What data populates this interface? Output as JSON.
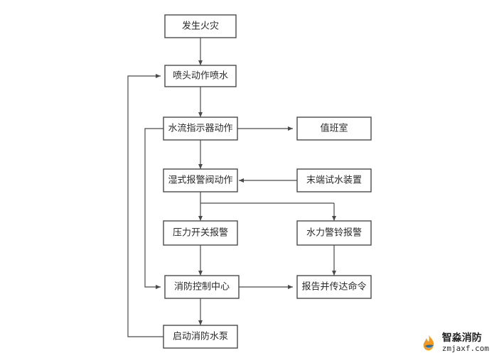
{
  "diagram": {
    "nodes": [
      {
        "id": "fire",
        "label": "发生火灾"
      },
      {
        "id": "sprinkler",
        "label": "喷头动作喷水"
      },
      {
        "id": "flow_indicator",
        "label": "水流指示器动作"
      },
      {
        "id": "control_room",
        "label": "值班室"
      },
      {
        "id": "alarm_valve",
        "label": "湿式报警阀动作"
      },
      {
        "id": "test_device",
        "label": "末端试水装置"
      },
      {
        "id": "pressure_switch",
        "label": "压力开关报警"
      },
      {
        "id": "hydraulic_bell",
        "label": "水力警铃报警"
      },
      {
        "id": "fire_center",
        "label": "消防控制中心"
      },
      {
        "id": "report_command",
        "label": "报告并传达命令"
      },
      {
        "id": "pump",
        "label": "启动消防水泵"
      }
    ]
  },
  "watermark": {
    "name": "智淼消防",
    "url": "zmjaxf.com",
    "colors": {
      "orange": "#f39a1e",
      "blue": "#1f6fb5"
    }
  }
}
